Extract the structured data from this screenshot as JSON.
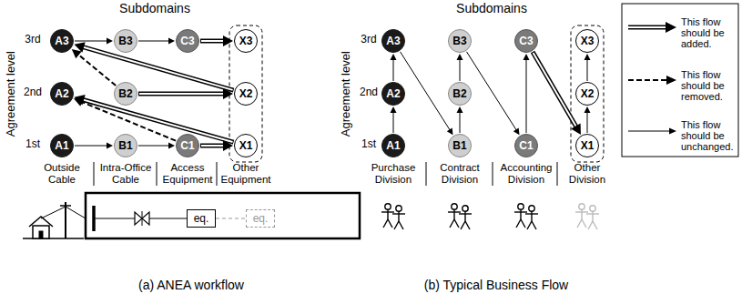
{
  "diagram": {
    "nodes": [
      {
        "text": [
          "A3"
        ]
      },
      {
        "text": [
          "B3"
        ]
      },
      {
        "text": [
          "C3"
        ]
      },
      {
        "text": [
          "X3"
        ]
      },
      {
        "text": [
          "A2"
        ]
      },
      {
        "text": [
          "B2"
        ]
      },
      {
        "text": [
          "X2"
        ]
      },
      {
        "text": [
          "A1"
        ]
      },
      {
        "text": [
          "B1"
        ]
      },
      {
        "text": [
          "C1"
        ]
      },
      {
        "text": [
          "X1"
        ]
      },
      {
        "text": [
          "A3"
        ]
      },
      {
        "text": [
          "B3"
        ]
      },
      {
        "text": [
          "C3"
        ]
      },
      {
        "text": [
          "X3"
        ]
      },
      {
        "text": [
          "A2"
        ]
      },
      {
        "text": [
          "B2"
        ]
      },
      {
        "text": [
          "X2"
        ]
      },
      {
        "text": [
          "A1"
        ]
      },
      {
        "text": [
          "B1"
        ]
      },
      {
        "text": [
          "C1"
        ]
      },
      {
        "text": [
          "X1"
        ]
      },
      {
        "text": [
          "eq."
        ]
      },
      {
        "text": [
          "eq."
        ]
      }
    ],
    "edges": [
      {
        "from": 0,
        "to": 1,
        "arrow": "to"
      },
      {
        "from": 1,
        "to": 2,
        "arrow": "to"
      },
      {
        "from": 2,
        "to": 3,
        "arrow": "to"
      },
      {
        "from": 6,
        "to": 0,
        "arrow": "to"
      },
      {
        "from": 5,
        "to": 0,
        "arrow": "to"
      },
      {
        "from": 5,
        "to": 6,
        "arrow": "to"
      },
      {
        "from": 9,
        "to": 4,
        "arrow": "to"
      },
      {
        "from": 10,
        "to": 4,
        "arrow": "to"
      },
      {
        "from": 7,
        "to": 8,
        "arrow": "to"
      },
      {
        "from": 8,
        "to": 9,
        "arrow": "to"
      },
      {
        "from": 9,
        "to": 10,
        "arrow": "to"
      },
      {
        "from": 18,
        "to": 15,
        "arrow": "to"
      },
      {
        "from": 15,
        "to": 11,
        "arrow": "to"
      },
      {
        "from": 11,
        "to": 19,
        "arrow": "to"
      },
      {
        "from": 19,
        "to": 16,
        "arrow": "to"
      },
      {
        "from": 16,
        "to": 12,
        "arrow": "to"
      },
      {
        "from": 12,
        "to": 20,
        "arrow": "to"
      },
      {
        "from": 20,
        "to": 13,
        "arrow": "to"
      },
      {
        "from": 13,
        "to": 21,
        "arrow": "to"
      },
      {
        "from": 21,
        "to": 17,
        "arrow": "to"
      },
      {
        "from": 17,
        "to": 14,
        "arrow": "to"
      }
    ],
    "labels": [
      "Subdomains",
      "Agreement level",
      "3rd",
      "2nd",
      "1st",
      "Outside Cable",
      "Intra-Office Cable",
      "Access Equipment",
      "Other Equipment",
      "(a) ANEA workflow",
      "Subdomains",
      "Agreement level",
      "3rd",
      "2nd",
      "1st",
      "Purchase Division",
      "Contract Division",
      "Accounting Division",
      "Other Division",
      "(b) Typical Business Flow"
    ],
    "legend": [
      {
        "text": "This flow should be added."
      },
      {
        "text": "This flow should be removed."
      },
      {
        "text": "This flow should be unchanged."
      }
    ]
  }
}
